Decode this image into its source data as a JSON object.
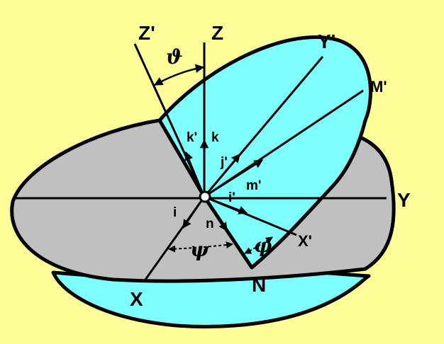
{
  "colors": {
    "background": "#FFFF99",
    "reference_plane": "#C0C0C0",
    "rotated_plane": "#80FFFF",
    "stroke": "#000000",
    "origin": "#FFFFFF"
  },
  "labels": {
    "z_prime": "Z'",
    "z": "Z",
    "theta": "ϑ",
    "y_prime": "Y'",
    "m_prime_axis": "M'",
    "k_prime": "k'",
    "k": "k",
    "j_prime": "j'",
    "m_prime_vec": "m'",
    "i_prime": "i'",
    "y": "Y",
    "i": "i",
    "n": "n",
    "x_prime": "X'",
    "phi": "φ",
    "psi": "ψ",
    "x": "X",
    "node": "N"
  }
}
